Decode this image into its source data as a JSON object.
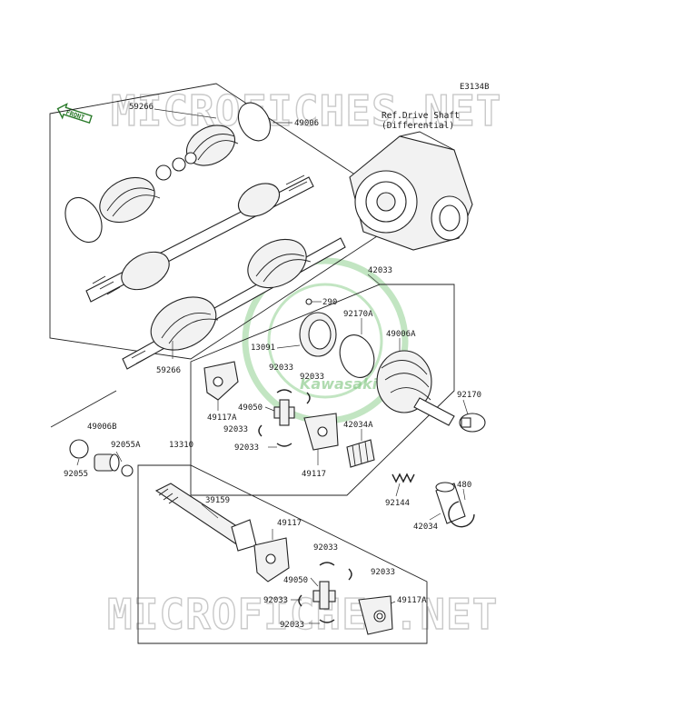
{
  "watermark_text": "MICROFICHES.NET",
  "diagram_code": "E3134B",
  "front_label": "FRONT",
  "kawasaki_logo_text": "Kawasaki",
  "reference": {
    "line1": "Ref.Drive Shaft",
    "line2": "(Differential)"
  },
  "labels": {
    "p59266_top": "59266",
    "p49006": "49006",
    "p59266_bot": "59266",
    "p42033": "42033",
    "p290": "290",
    "p92170A": "92170A",
    "p13091": "13091",
    "p49006A": "49006A",
    "p92033_a": "92033",
    "p92033_b": "92033",
    "p49050_a": "49050",
    "p49117A_a": "49117A",
    "p92033_c": "92033",
    "p92170": "92170",
    "p42034A": "42034A",
    "p92033_d": "92033",
    "p49117_a": "49117",
    "p49006B": "49006B",
    "p92055A": "92055A",
    "p92055": "92055",
    "p13310": "13310",
    "p39159": "39159",
    "p92144": "92144",
    "p480": "480",
    "p42034": "42034",
    "p49117_b": "49117",
    "p92033_e": "92033",
    "p49050_b": "49050",
    "p92033_f": "92033",
    "p92033_g": "92033",
    "p49117A_b": "49117A",
    "p92033_h": "92033"
  }
}
